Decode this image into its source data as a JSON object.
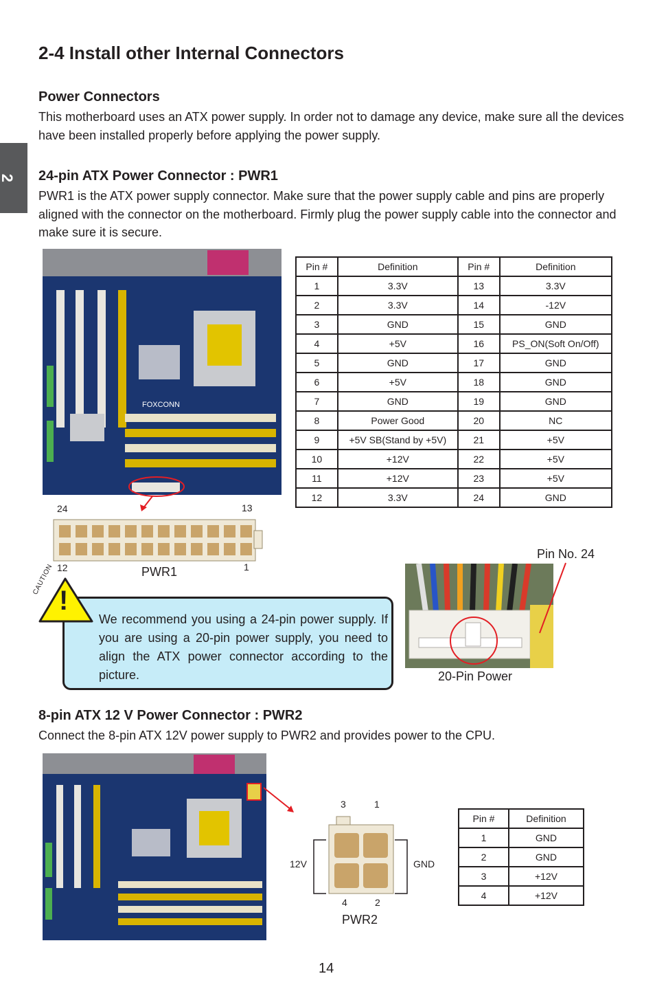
{
  "chapter_tab": "2",
  "title": "2-4 Install other Internal Connectors",
  "power": {
    "heading": "Power Connectors",
    "body": "This motherboard uses an ATX power supply. In order not to damage any device, make sure all the devices have been installed properly before applying the power supply."
  },
  "pwr1": {
    "heading": "24-pin ATX Power Connector : PWR1",
    "body": "PWR1 is the ATX power supply connector. Make sure that the power supply cable and pins are properly aligned with the connector on the motherboard. Firmly plug the power supply cable into the connector and make sure it is secure.",
    "table_headers": [
      "Pin #",
      "Definition",
      "Pin #",
      "Definition"
    ],
    "rows": [
      [
        "1",
        "3.3V",
        "13",
        "3.3V"
      ],
      [
        "2",
        "3.3V",
        "14",
        "-12V"
      ],
      [
        "3",
        "GND",
        "15",
        "GND"
      ],
      [
        "4",
        "+5V",
        "16",
        "PS_ON(Soft On/Off)"
      ],
      [
        "5",
        "GND",
        "17",
        "GND"
      ],
      [
        "6",
        "+5V",
        "18",
        "GND"
      ],
      [
        "7",
        "GND",
        "19",
        "GND"
      ],
      [
        "8",
        "Power Good",
        "20",
        "NC"
      ],
      [
        "9",
        "+5V SB(Stand by +5V)",
        "21",
        "+5V"
      ],
      [
        "10",
        "+12V",
        "22",
        "+5V"
      ],
      [
        "11",
        "+12V",
        "23",
        "+5V"
      ],
      [
        "12",
        "3.3V",
        "24",
        "GND"
      ]
    ],
    "connector_label": "PWR1",
    "pin_24": "24",
    "pin_13": "13",
    "pin_12": "12",
    "pin_1": "1"
  },
  "caution": {
    "tag": "CAUTION",
    "mark": "!",
    "text": "We recommend you using a 24-pin power supply. If you are using a 20-pin power supply, you need to align the ATX power connector according to the picture."
  },
  "photo": {
    "pin_label": "Pin No. 24",
    "caption": "20-Pin Power"
  },
  "pwr2": {
    "heading": "8-pin ATX 12 V Power Connector : PWR2",
    "body": "Connect the 8-pin ATX 12V power supply to PWR2 and provides power to the CPU.",
    "connector_label": "PWR2",
    "pin3": "3",
    "pin1": "1",
    "pin4": "4",
    "pin2": "2",
    "left_label": "12V",
    "right_label": "GND",
    "table_headers": [
      "Pin #",
      "Definition"
    ],
    "rows": [
      [
        "1",
        "GND"
      ],
      [
        "2",
        "GND"
      ],
      [
        "3",
        "+12V"
      ],
      [
        "4",
        "+12V"
      ]
    ]
  },
  "board_brand": "FOXCONN",
  "page_number": "14",
  "colors": {
    "caution_bg": "#c6ecf8",
    "caution_yellow": "#fff200",
    "highlight_red": "#e31e24",
    "board_blue": "#1b3670"
  }
}
